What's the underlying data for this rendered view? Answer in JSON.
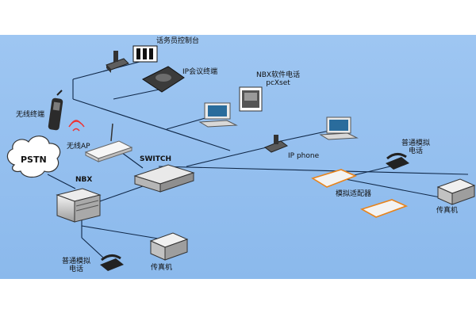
{
  "diagram": {
    "background": "#9ec6f2",
    "line_color": "#102848",
    "labels": {
      "operator_console": "话务员控制台",
      "ip_conference": "IP会议终端",
      "nbx_softphone_line1": "NBX软件电话",
      "nbx_softphone_line2": "pcXset",
      "wireless_terminal": "无线终端",
      "wireless_ap": "无线AP",
      "pstn": "PSTN",
      "switch": "SWITCH",
      "ip_phone": "IP phone",
      "nbx": "NBX",
      "analog_phone_right_line1": "普通模拟",
      "analog_phone_right_line2": "电话",
      "analog_adapter": "模拟适配器",
      "fax_right": "传真机",
      "analog_phone_bottom_line1": "普通模拟",
      "analog_phone_bottom_line2": "电话",
      "fax_bottom": "传真机"
    }
  }
}
